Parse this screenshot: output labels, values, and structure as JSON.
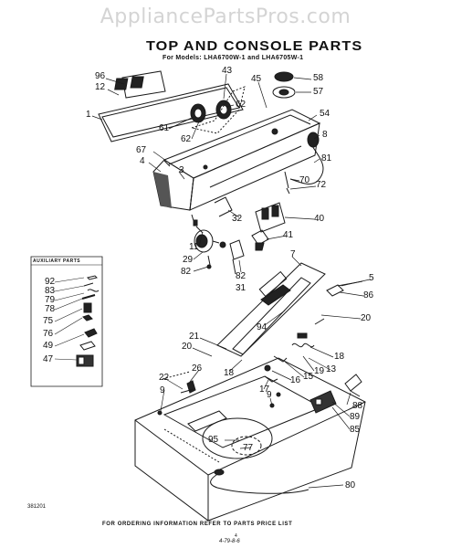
{
  "watermark": "AppliancePartsPros.com",
  "title": "TOP AND CONSOLE PARTS",
  "subtitle": "For Models: LHA6700W-1 and LHA6705W-1",
  "auxiliary_title": "AUXILIARY PARTS",
  "callouts": {
    "c96": "96",
    "c12": "12",
    "c1": "1",
    "c43": "43",
    "c45": "45",
    "c58": "58",
    "c57": "57",
    "c62a": "62",
    "c61": "61",
    "c62b": "62",
    "c54": "54",
    "c8": "8",
    "c67": "67",
    "c4": "4",
    "c3": "3",
    "c81": "81",
    "c70": "70",
    "c72": "72",
    "c32": "32",
    "c40": "40",
    "c41": "41",
    "c11": "11",
    "c29": "29",
    "c82a": "82",
    "c82b": "82",
    "c31": "31",
    "c7": "7",
    "c5": "5",
    "c86": "86",
    "c94": "94",
    "c20a": "20",
    "c21": "21",
    "c20b": "20",
    "c18a": "18",
    "c13": "13",
    "c19": "19",
    "c15": "15",
    "c16": "16",
    "c18b": "18",
    "c26": "26",
    "c17": "17",
    "c9a": "9",
    "c22": "22",
    "c9b": "9",
    "c88": "88",
    "c89": "89",
    "c85": "85",
    "c95": "95",
    "c77": "77",
    "c80": "80",
    "a92": "92",
    "a83": "83",
    "a79": "79",
    "a78": "78",
    "a75": "75",
    "a76": "76",
    "a49": "49",
    "a47": "47"
  },
  "doc_code": "381201",
  "footer": "FOR ORDERING INFORMATION REFER TO PARTS PRICE LIST",
  "footer_page": "4",
  "footer_date": "4-79-8-6"
}
